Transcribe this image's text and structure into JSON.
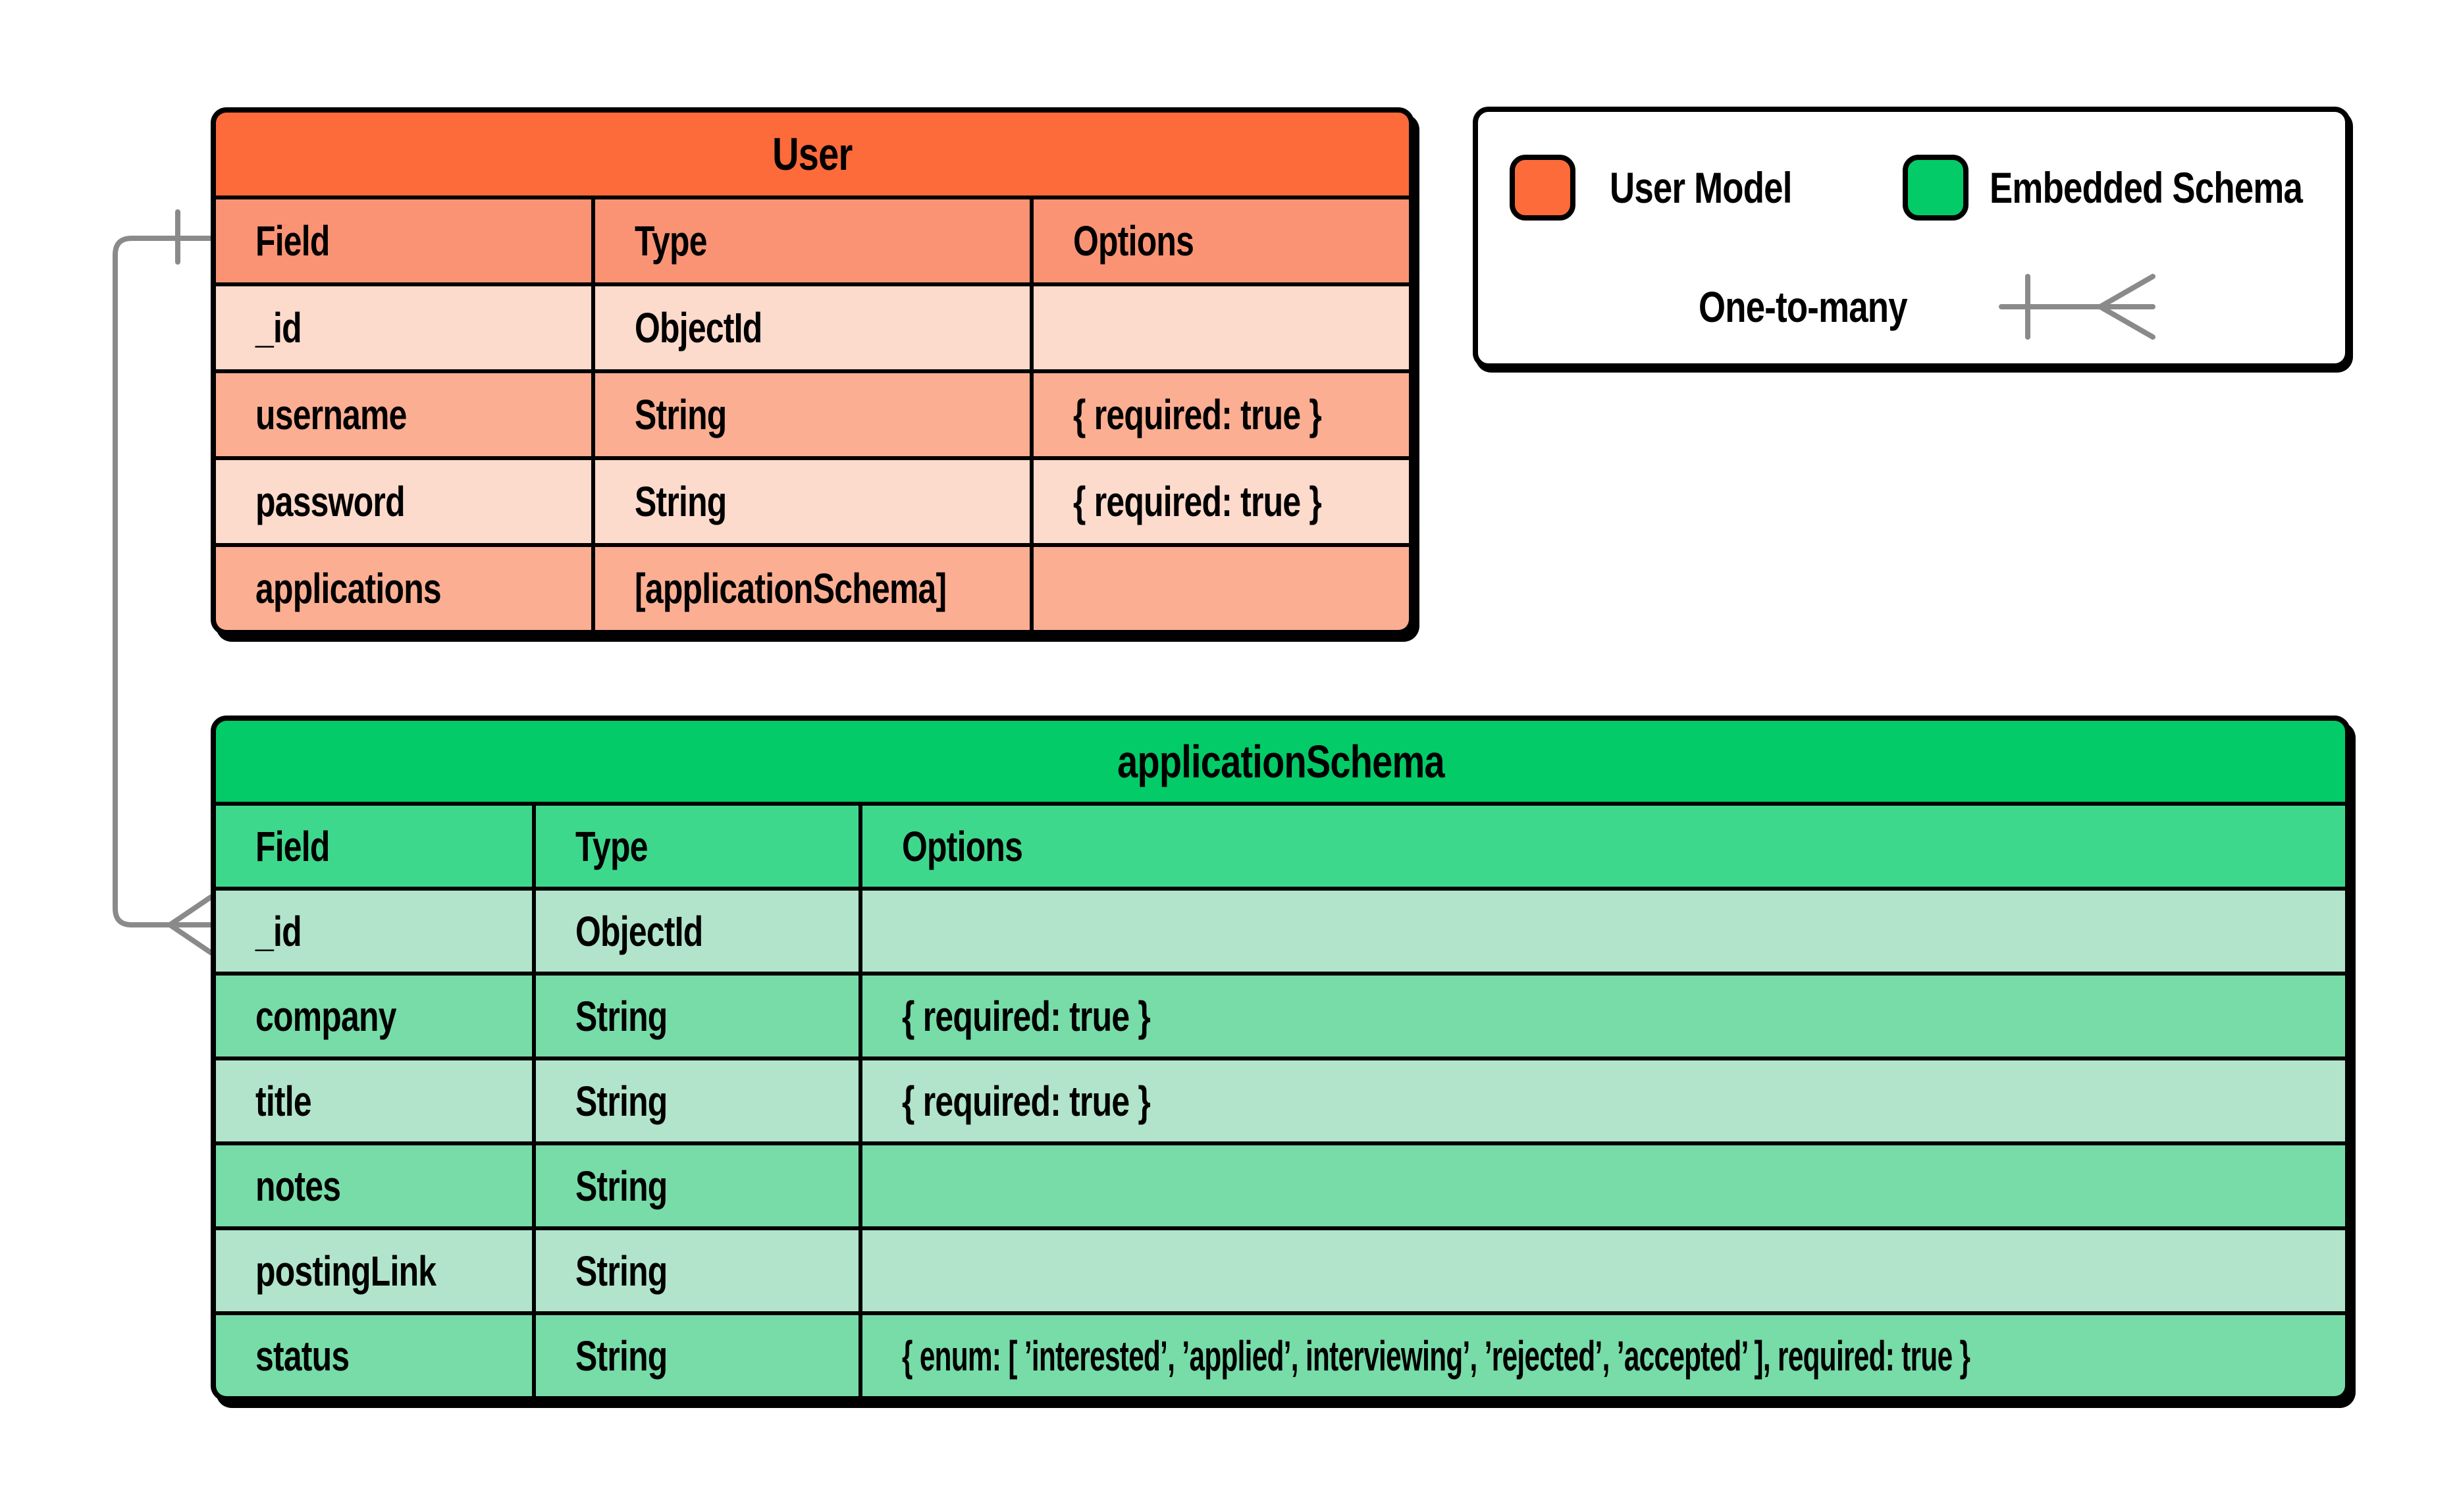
{
  "diagram": {
    "background": "#ffffff",
    "border_color": "#000000",
    "connector_color": "#8a8a8a"
  },
  "user_table": {
    "title": "User",
    "columns": [
      "Field",
      "Type",
      "Options"
    ],
    "colors": {
      "title_bg": "#FD6B3B",
      "header_bg": "#FA9374",
      "row_light": "#FCDACC",
      "row_medium": "#FBAE92"
    },
    "rows": [
      {
        "field": "_id",
        "type": "ObjectId",
        "options": "",
        "tone": "light"
      },
      {
        "field": "username",
        "type": "String",
        "options": "{ required: true }",
        "tone": "medium"
      },
      {
        "field": "password",
        "type": "String",
        "options": "{ required: true }",
        "tone": "light"
      },
      {
        "field": "applications",
        "type": "[applicationSchema]",
        "options": "",
        "tone": "medium"
      }
    ]
  },
  "application_table": {
    "title": "applicationSchema",
    "columns": [
      "Field",
      "Type",
      "Options"
    ],
    "colors": {
      "title_bg": "#03CB68",
      "header_bg": "#3ED88C",
      "row_light": "#B1E4CB",
      "row_medium": "#77DCA8"
    },
    "rows": [
      {
        "field": "_id",
        "type": "ObjectId",
        "options": "",
        "tone": "light"
      },
      {
        "field": "company",
        "type": "String",
        "options": "{ required: true }",
        "tone": "medium"
      },
      {
        "field": "title",
        "type": "String",
        "options": "{ required: true }",
        "tone": "light"
      },
      {
        "field": "notes",
        "type": "String",
        "options": "",
        "tone": "medium"
      },
      {
        "field": "postingLink",
        "type": "String",
        "options": "",
        "tone": "light"
      },
      {
        "field": "status",
        "type": "String",
        "options": "{ enum: [ ’interested’, ’applied’, interviewing’, ’rejected’, ’accepted’ ], required: true }",
        "tone": "medium"
      }
    ]
  },
  "legend": {
    "items": [
      {
        "label": "User Model",
        "swatch_color": "#FD6B3B"
      },
      {
        "label": "Embedded Schema",
        "swatch_color": "#03CB68"
      }
    ],
    "relationship_label": "One-to-many"
  }
}
